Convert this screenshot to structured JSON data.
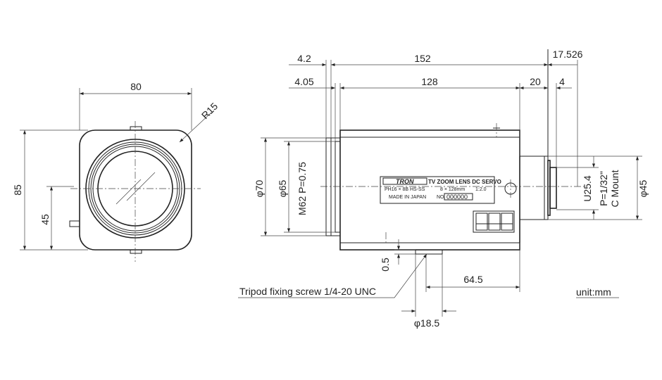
{
  "front_view": {
    "width_dim": "80",
    "height_dim": "85",
    "screw_height_dim": "45",
    "radius_dim": "R15"
  },
  "side_view": {
    "dims": {
      "front_flange_top": "4.2",
      "total_length": "152",
      "back_focus": "17.526",
      "front_flange_inner": "4.05",
      "body_length": "128",
      "rear_length": "20",
      "mount_length": "4",
      "outer_diameter": "φ70",
      "inner_diameter": "φ65",
      "filter_thread": "M62  P=0.75",
      "mount_thread": "U25.4",
      "mount_pitch": "P=1/32\"",
      "mount_type": "C Mount",
      "rear_diameter": "φ45",
      "tripod_offset": "0.5",
      "tripod_position": "64.5",
      "tripod_diameter": "φ18.5"
    },
    "tripod_label": "Tripod fixing screw 1/4-20 UNC",
    "nameplate": {
      "brand": "TRON",
      "title": "TV ZOOM LENS DC SERVO",
      "model": "PH16 × 8B HS-SS",
      "focal": "8 × 128mm",
      "aperture": "1:2.0",
      "origin": "MADE IN JAPAN",
      "no_label": "NO.",
      "serial": "000000"
    }
  },
  "unit_label": "unit:mm"
}
